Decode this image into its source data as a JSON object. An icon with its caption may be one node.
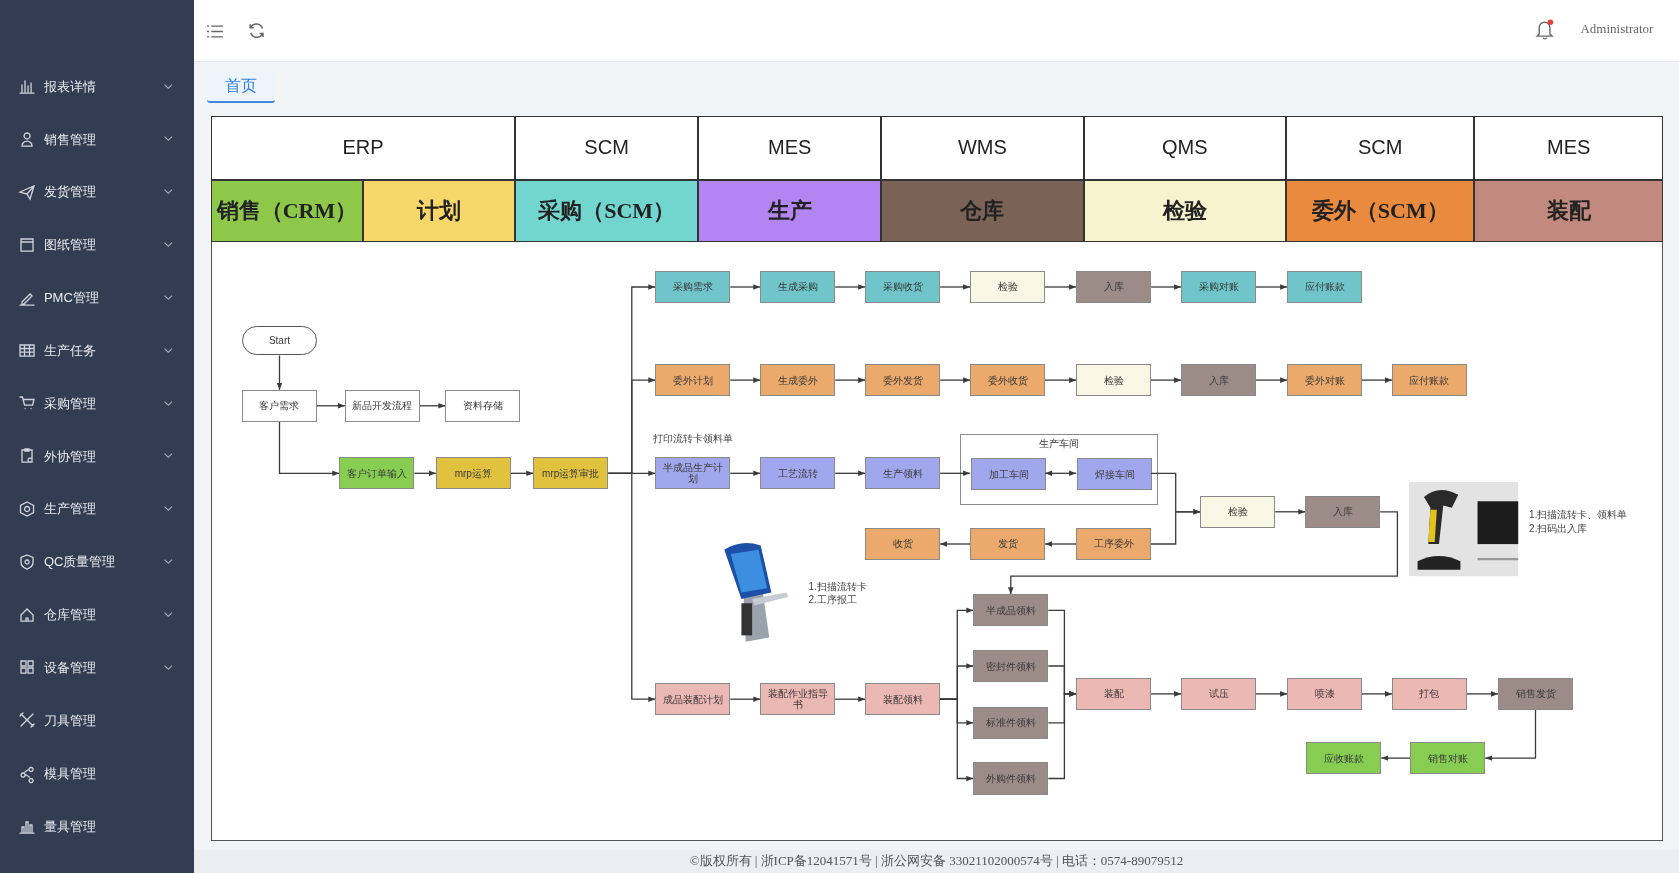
{
  "diagram": {
    "nodes": [
      {
        "text": [
          "Start"
        ]
      },
      {
        "text": [
          "客户需求"
        ]
      },
      {
        "text": [
          "新品开发流程"
        ]
      },
      {
        "text": [
          "资料存储"
        ]
      },
      {
        "text": [
          "客户订单输入"
        ]
      },
      {
        "text": [
          "mrp运算"
        ]
      },
      {
        "text": [
          "mrp运算审批"
        ]
      },
      {
        "text": [
          "采购需求"
        ]
      },
      {
        "text": [
          "生成采购"
        ]
      },
      {
        "text": [
          "采购收货"
        ]
      },
      {
        "text": [
          "检验"
        ]
      },
      {
        "text": [
          "入库"
        ]
      },
      {
        "text": [
          "采购对账"
        ]
      },
      {
        "text": [
          "应付账款"
        ]
      },
      {
        "text": [
          "委外计划"
        ]
      },
      {
        "text": [
          "生成委外"
        ]
      },
      {
        "text": [
          "委外发货"
        ]
      },
      {
        "text": [
          "委外收货"
        ]
      },
      {
        "text": [
          "检验"
        ]
      },
      {
        "text": [
          "入库"
        ]
      },
      {
        "text": [
          "委外对账"
        ]
      },
      {
        "text": [
          "应付账款"
        ]
      },
      {
        "text": [
          "半成品生产计划"
        ],
        "beside": [
          "打印流转卡领料单"
        ]
      },
      {
        "text": [
          "工艺流转"
        ]
      },
      {
        "text": [
          "生产领料"
        ]
      },
      {
        "text": [
          "生产车间"
        ]
      },
      {
        "text": [
          "加工车间"
        ],
        "in": 25
      },
      {
        "text": [
          "焊接车间"
        ],
        "in": 25
      },
      {
        "text": [
          "工序委外"
        ]
      },
      {
        "text": [
          "发货"
        ]
      },
      {
        "text": [
          "收货"
        ]
      },
      {
        "text": [
          "检验"
        ]
      },
      {
        "text": [
          "入库"
        ]
      },
      {
        "text": [
          "半成品领料"
        ]
      },
      {
        "text": [
          "密封件领料"
        ]
      },
      {
        "text": [
          "标准件领料"
        ]
      },
      {
        "text": [
          "外购件领料"
        ]
      },
      {
        "text": [
          "成品装配计划"
        ]
      },
      {
        "text": [
          "装配作业指导书"
        ]
      },
      {
        "text": [
          "装配领料"
        ]
      },
      {
        "text": [
          "装配"
        ]
      },
      {
        "text": [
          "试压"
        ]
      },
      {
        "text": [
          "喷漆"
        ]
      },
      {
        "text": [
          "打包"
        ]
      },
      {
        "text": [
          "销售发货"
        ]
      },
      {
        "text": [
          "销售对账"
        ]
      },
      {
        "text": [
          "应收账款"
        ]
      }
    ],
    "edges": [
      {
        "from": 0,
        "to": 1,
        "arrow": "to"
      },
      {
        "from": 1,
        "to": 2,
        "arrow": "to"
      },
      {
        "from": 2,
        "to": 3,
        "arrow": "to"
      },
      {
        "from": 1,
        "to": 4,
        "arrow": "to"
      },
      {
        "from": 4,
        "to": 5,
        "arrow": "to"
      },
      {
        "from": 5,
        "to": 6,
        "arrow": "to"
      },
      {
        "from": 6,
        "to": 7,
        "arrow": "to"
      },
      {
        "from": 6,
        "to": 14,
        "arrow": "to"
      },
      {
        "from": 6,
        "to": 22,
        "arrow": "to"
      },
      {
        "from": 6,
        "to": 37,
        "arrow": "to"
      },
      {
        "from": 7,
        "to": 8,
        "arrow": "to"
      },
      {
        "from": 8,
        "to": 9,
        "arrow": "to"
      },
      {
        "from": 9,
        "to": 10,
        "arrow": "to"
      },
      {
        "from": 10,
        "to": 11,
        "arrow": "to"
      },
      {
        "from": 11,
        "to": 12,
        "arrow": "to"
      },
      {
        "from": 12,
        "to": 13,
        "arrow": "to"
      },
      {
        "from": 14,
        "to": 15,
        "arrow": "to"
      },
      {
        "from": 15,
        "to": 16,
        "arrow": "to"
      },
      {
        "from": 16,
        "to": 17,
        "arrow": "to"
      },
      {
        "from": 17,
        "to": 18,
        "arrow": "to"
      },
      {
        "from": 18,
        "to": 19,
        "arrow": "to"
      },
      {
        "from": 19,
        "to": 20,
        "arrow": "to"
      },
      {
        "from": 20,
        "to": 21,
        "arrow": "to"
      },
      {
        "from": 22,
        "to": 23,
        "arrow": "to"
      },
      {
        "from": 23,
        "to": 24,
        "arrow": "to"
      },
      {
        "from": 24,
        "to": 26,
        "arrow": "to"
      },
      {
        "from": 26,
        "to": 27,
        "arrow": "both"
      },
      {
        "from": 27,
        "to": 31,
        "arrow": "to"
      },
      {
        "from": 28,
        "to": 31,
        "arrow": "to"
      },
      {
        "from": 28,
        "to": 29,
        "arrow": "to"
      },
      {
        "from": 29,
        "to": 30,
        "arrow": "to"
      },
      {
        "from": 31,
        "to": 32,
        "arrow": "to"
      },
      {
        "from": 32,
        "to": 33,
        "arrow": "to"
      },
      {
        "from": 37,
        "to": 38,
        "arrow": "to"
      },
      {
        "from": 38,
        "to": 39,
        "arrow": "to"
      },
      {
        "from": 39,
        "to": 33,
        "arrow": "to"
      },
      {
        "from": 39,
        "to": 34,
        "arrow": "to"
      },
      {
        "from": 39,
        "to": 35,
        "arrow": "to"
      },
      {
        "from": 39,
        "to": 36,
        "arrow": "to"
      },
      {
        "from": 33,
        "to": 40,
        "arrow": "to"
      },
      {
        "from": 34,
        "to": 40,
        "arrow": "to"
      },
      {
        "from": 35,
        "to": 40,
        "arrow": "to"
      },
      {
        "from": 36,
        "to": 40,
        "arrow": "to"
      },
      {
        "from": 40,
        "to": 41,
        "arrow": "to"
      },
      {
        "from": 41,
        "to": 42,
        "arrow": "to"
      },
      {
        "from": 42,
        "to": 43,
        "arrow": "to"
      },
      {
        "from": 43,
        "to": 44,
        "arrow": "to"
      },
      {
        "from": 44,
        "to": 45,
        "arrow": "to"
      },
      {
        "from": 45,
        "to": 46,
        "arrow": "to"
      }
    ],
    "labels": [
      "报表详情",
      "销售管理",
      "发货管理",
      "图纸管理",
      "PMC管理",
      "生产任务",
      "采购管理",
      "外协管理",
      "生产管理",
      "QC质量管理",
      "仓库管理",
      "设备管理",
      "刀具管理",
      "模具管理",
      "量具管理",
      "首页",
      "Administrator",
      "ERP",
      "SCM",
      "MES",
      "WMS",
      "QMS",
      "SCM",
      "MES",
      "销售（CRM）",
      "计划",
      "采购（SCM）",
      "生产",
      "仓库",
      "检验",
      "委外（SCM）",
      "装配",
      "1.扫描流转卡、领料单",
      "2.扫码出入库",
      "1.扫描流转卡",
      "2.工序报工",
      "©版权所有 | 浙ICP备12041571号 | 浙公网安备 33021102000574号 | 电话：0574-89079512"
    ]
  }
}
